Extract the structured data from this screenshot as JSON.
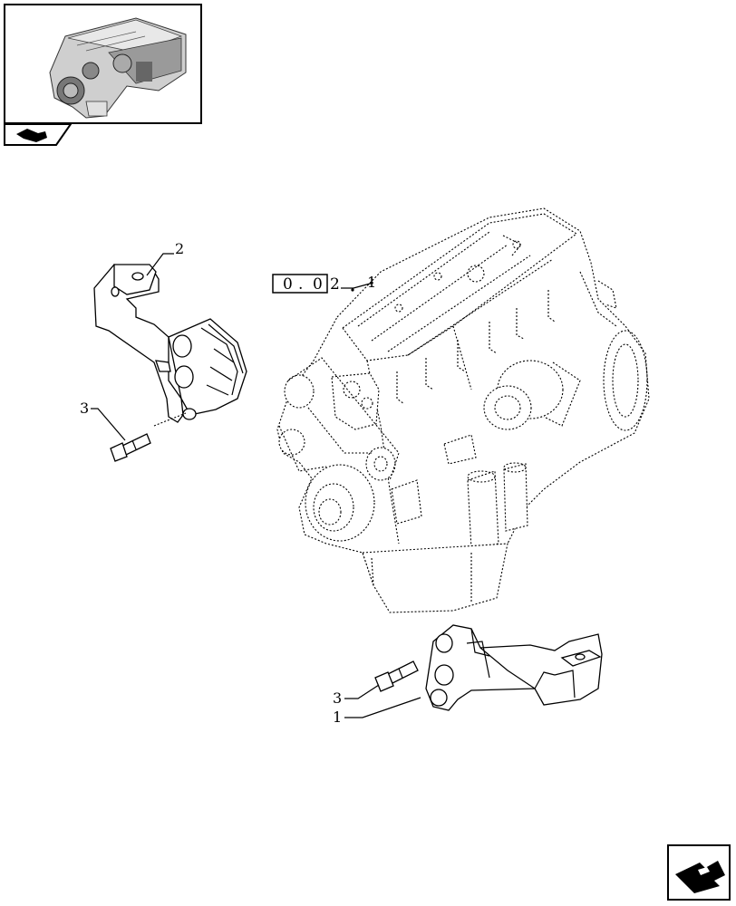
{
  "thumbnail": {
    "caption": "engine-thumbnail",
    "icon": "book-arrow-icon"
  },
  "reference_box": {
    "chars": [
      "0",
      ".",
      "0"
    ],
    "suffix": "2"
  },
  "callouts": [
    {
      "id": "callout-1-engine",
      "text": "1"
    },
    {
      "id": "callout-2-bracket",
      "text": "2"
    },
    {
      "id": "callout-3-bolt-left",
      "text": "3"
    },
    {
      "id": "callout-3-bolt-right",
      "text": "3"
    },
    {
      "id": "callout-1-mount",
      "text": "1"
    }
  ],
  "nav": {
    "next_icon": "next-page-arrow-icon"
  }
}
